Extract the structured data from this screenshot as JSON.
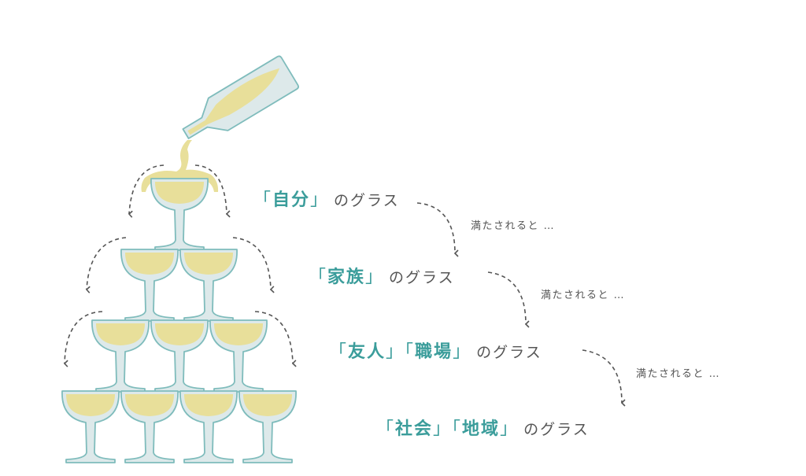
{
  "colors": {
    "accent": "#3b9d9b",
    "text": "#555555",
    "glass": "#dde9ea",
    "glass_stroke": "#7fbcbc",
    "liquid": "#e8df9a"
  },
  "levels": [
    {
      "names": [
        "自分"
      ],
      "suffix": "のグラス"
    },
    {
      "names": [
        "家族"
      ],
      "suffix": "のグラス"
    },
    {
      "names": [
        "友人",
        "職場"
      ],
      "suffix": "のグラス"
    },
    {
      "names": [
        "社会",
        "地域"
      ],
      "suffix": "のグラス"
    }
  ],
  "transition_note": "満たされると …",
  "notes": [
    "満たされると …",
    "満たされると …",
    "満たされると …"
  ]
}
